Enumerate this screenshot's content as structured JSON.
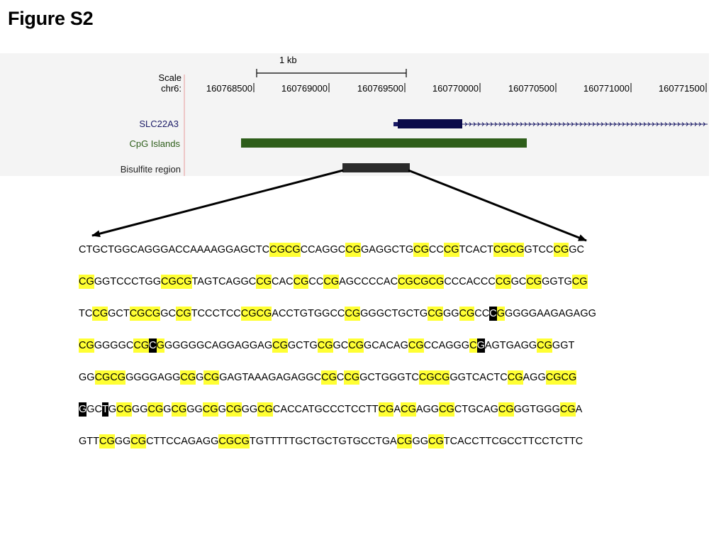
{
  "figure": {
    "title": "Figure S2"
  },
  "browser": {
    "scale_label": "Scale",
    "scale_bar_label": "1 kb",
    "chrom_label": "chr6:",
    "positions": [
      "160768500",
      "160769000",
      "160769500",
      "160770000",
      "160770500",
      "160771000",
      "160771500"
    ],
    "tracks": {
      "gene": {
        "label": "SLC22A3",
        "color": "#1a1a66"
      },
      "cpg": {
        "label": "CpG Islands",
        "color": "#2e5e1a"
      },
      "bisulfite": {
        "label": "Bisulfite region",
        "color": "#2b2b2b"
      }
    }
  },
  "colors": {
    "cpg_highlight": "#ffff33",
    "special_highlight": "#000000"
  },
  "sequence": {
    "lines": [
      [
        [
          "CTGCTGGCAGGGACCAAAAGGAGCTC",
          ""
        ],
        [
          "CGCG",
          "y"
        ],
        [
          "CCAGGC",
          ""
        ],
        [
          "CG",
          "y"
        ],
        [
          "GAGGCTG",
          ""
        ],
        [
          "CG",
          "y"
        ],
        [
          "CC",
          ""
        ],
        [
          "CG",
          "y"
        ],
        [
          "TCACT",
          ""
        ],
        [
          "CGCG",
          "y"
        ],
        [
          "GTCC",
          ""
        ],
        [
          "CG",
          "y"
        ],
        [
          "GC",
          ""
        ]
      ],
      [
        [
          "CG",
          "y"
        ],
        [
          "GGTCCCTGG",
          ""
        ],
        [
          "CGCG",
          "y"
        ],
        [
          "TAGTCAGGC",
          ""
        ],
        [
          "CG",
          "y"
        ],
        [
          "CAC",
          ""
        ],
        [
          "CG",
          "y"
        ],
        [
          "CC",
          ""
        ],
        [
          "CG",
          "y"
        ],
        [
          "AGCCCCAC",
          ""
        ],
        [
          "CGCGCG",
          "y"
        ],
        [
          "CCCACCC",
          ""
        ],
        [
          "CG",
          "y"
        ],
        [
          "GC",
          ""
        ],
        [
          "CG",
          "y"
        ],
        [
          "GGTG",
          ""
        ],
        [
          "CG",
          "y"
        ]
      ],
      [
        [
          "TC",
          ""
        ],
        [
          "CG",
          "y"
        ],
        [
          "GCT",
          ""
        ],
        [
          "CGCG",
          "y"
        ],
        [
          "GC",
          ""
        ],
        [
          "CG",
          "y"
        ],
        [
          "TCCCTCC",
          ""
        ],
        [
          "CGCG",
          "y"
        ],
        [
          "ACCTGTGGCC",
          ""
        ],
        [
          "CG",
          "y"
        ],
        [
          "GGGCTGCTG",
          ""
        ],
        [
          "CG",
          "y"
        ],
        [
          "GG",
          ""
        ],
        [
          "CG",
          "y"
        ],
        [
          "CC",
          ""
        ],
        [
          "C",
          "b"
        ],
        [
          "G",
          "y"
        ],
        [
          "GGGGAAGAGAGG",
          ""
        ]
      ],
      [
        [
          "CG",
          "y"
        ],
        [
          "GGGGC",
          ""
        ],
        [
          "CG",
          "y"
        ],
        [
          "C",
          "b"
        ],
        [
          "G",
          "y"
        ],
        [
          "GGGGGCAGGAGGAG",
          ""
        ],
        [
          "CG",
          "y"
        ],
        [
          "GCTG",
          ""
        ],
        [
          "CG",
          "y"
        ],
        [
          "GC",
          ""
        ],
        [
          "CG",
          "y"
        ],
        [
          "GCACAG",
          ""
        ],
        [
          "CG",
          "y"
        ],
        [
          "CCAGGG",
          ""
        ],
        [
          "C",
          "y"
        ],
        [
          "G",
          "b"
        ],
        [
          "AGTGAGG",
          ""
        ],
        [
          "CG",
          "y"
        ],
        [
          "GGT",
          ""
        ]
      ],
      [
        [
          "GG",
          ""
        ],
        [
          "CGCG",
          "y"
        ],
        [
          "GGGGAGG",
          ""
        ],
        [
          "CG",
          "y"
        ],
        [
          "G",
          ""
        ],
        [
          "CG",
          "y"
        ],
        [
          "GAGTAAAGAGAGGC",
          ""
        ],
        [
          "CG",
          "y"
        ],
        [
          "C",
          ""
        ],
        [
          "CG",
          "y"
        ],
        [
          "GCTGGGTC",
          ""
        ],
        [
          "CGCG",
          "y"
        ],
        [
          "GGTCACTC",
          ""
        ],
        [
          "CG",
          "y"
        ],
        [
          "AGG",
          ""
        ],
        [
          "CGCG",
          "y"
        ]
      ],
      [
        [
          "G",
          "b"
        ],
        [
          "GC",
          ""
        ],
        [
          "T",
          "b"
        ],
        [
          "G",
          ""
        ],
        [
          "CG",
          "y"
        ],
        [
          "GG",
          ""
        ],
        [
          "CG",
          "y"
        ],
        [
          "G",
          ""
        ],
        [
          "CG",
          "y"
        ],
        [
          "GG",
          ""
        ],
        [
          "CG",
          "y"
        ],
        [
          "G",
          ""
        ],
        [
          "CG",
          "y"
        ],
        [
          "GG",
          ""
        ],
        [
          "CG",
          "y"
        ],
        [
          "CACCATGCCCTCCTT",
          ""
        ],
        [
          "CG",
          "y"
        ],
        [
          "A",
          ""
        ],
        [
          "CG",
          "y"
        ],
        [
          "AGG",
          ""
        ],
        [
          "CG",
          "y"
        ],
        [
          "CTGCAG",
          ""
        ],
        [
          "CG",
          "y"
        ],
        [
          "GGTGGG",
          ""
        ],
        [
          "CG",
          "y"
        ],
        [
          "A",
          ""
        ]
      ],
      [
        [
          "GTT",
          ""
        ],
        [
          "CG",
          "y"
        ],
        [
          "GG",
          ""
        ],
        [
          "CG",
          "y"
        ],
        [
          "CTTCCAGAGG",
          ""
        ],
        [
          "CGCG",
          "y"
        ],
        [
          "TGTTTTTGCTGCTGTGCCTGA",
          ""
        ],
        [
          "CG",
          "y"
        ],
        [
          "GG",
          ""
        ],
        [
          "CG",
          "y"
        ],
        [
          "TCACCTTCGCCTTCCTCTTC",
          ""
        ]
      ]
    ]
  }
}
